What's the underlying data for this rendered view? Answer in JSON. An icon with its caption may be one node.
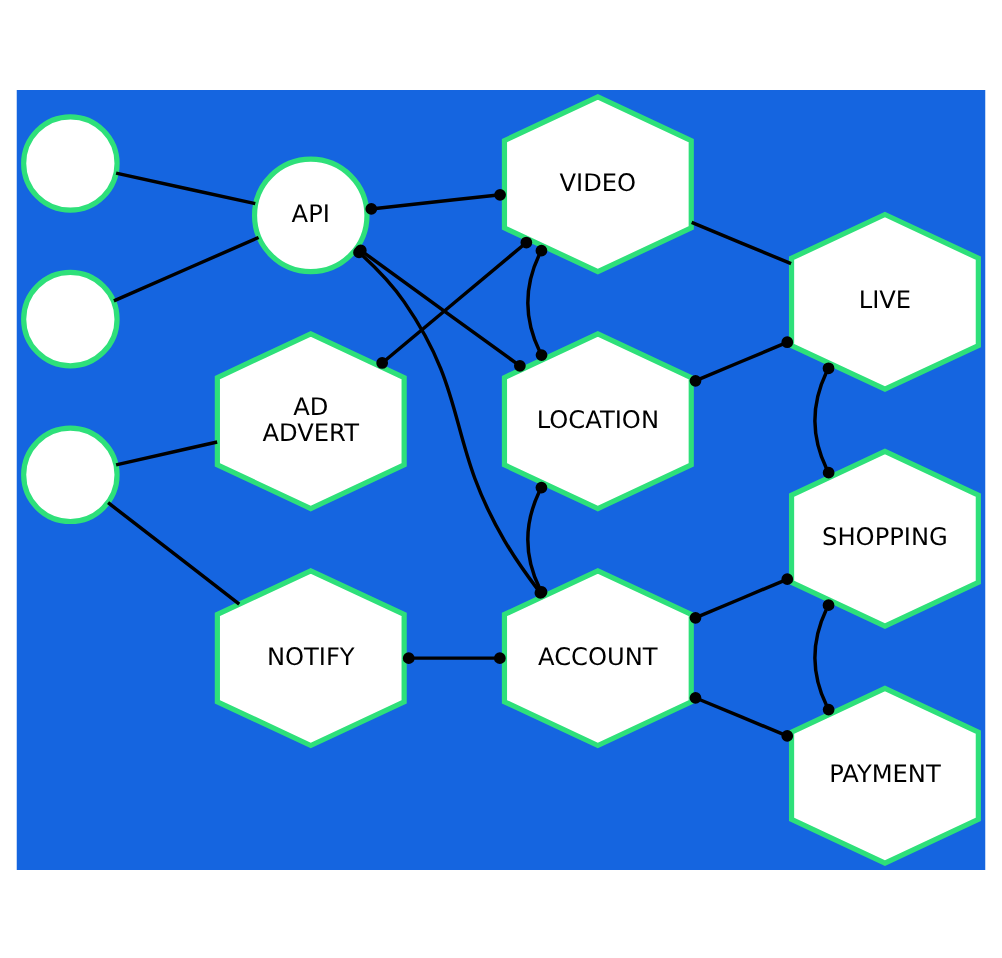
{
  "diagram": {
    "nodes": [
      {
        "text": [],
        "shape": "circle"
      },
      {
        "text": [],
        "shape": "circle"
      },
      {
        "text": [
          "API"
        ]
      },
      {
        "text": [
          "VIDEO"
        ]
      },
      {
        "text": [
          "LIVE"
        ]
      },
      {
        "text": [],
        "shape": "circle"
      },
      {
        "text": [
          "AD",
          "ADVERT"
        ]
      },
      {
        "text": [
          "LOCATION"
        ]
      },
      {
        "text": [
          "SHOPPING"
        ]
      },
      {
        "text": [
          "NOTIFY"
        ]
      },
      {
        "text": [
          "ACCOUNT"
        ]
      },
      {
        "text": [
          "PAYMENT"
        ]
      }
    ],
    "edges": [
      {
        "from": 0,
        "to": 2,
        "arrow": "none"
      },
      {
        "from": 1,
        "to": 2,
        "arrow": "none"
      },
      {
        "from": 2,
        "to": 3,
        "arrow": "other"
      },
      {
        "from": 2,
        "to": 7,
        "arrow": "other"
      },
      {
        "from": 2,
        "to": 10,
        "arrow": "other"
      },
      {
        "from": 3,
        "to": 4,
        "arrow": "none"
      },
      {
        "from": 6,
        "to": 3,
        "arrow": "other"
      },
      {
        "from": 3,
        "to": 7,
        "arrow": "other"
      },
      {
        "from": 7,
        "to": 4,
        "arrow": "other"
      },
      {
        "from": 4,
        "to": 8,
        "arrow": "other"
      },
      {
        "from": 5,
        "to": 6,
        "arrow": "none"
      },
      {
        "from": 5,
        "to": 9,
        "arrow": "none"
      },
      {
        "from": 7,
        "to": 10,
        "arrow": "other"
      },
      {
        "from": 10,
        "to": 8,
        "arrow": "other"
      },
      {
        "from": 8,
        "to": 11,
        "arrow": "other"
      },
      {
        "from": 9,
        "to": 10,
        "arrow": "other"
      },
      {
        "from": 10,
        "to": 11,
        "arrow": "other"
      }
    ]
  }
}
